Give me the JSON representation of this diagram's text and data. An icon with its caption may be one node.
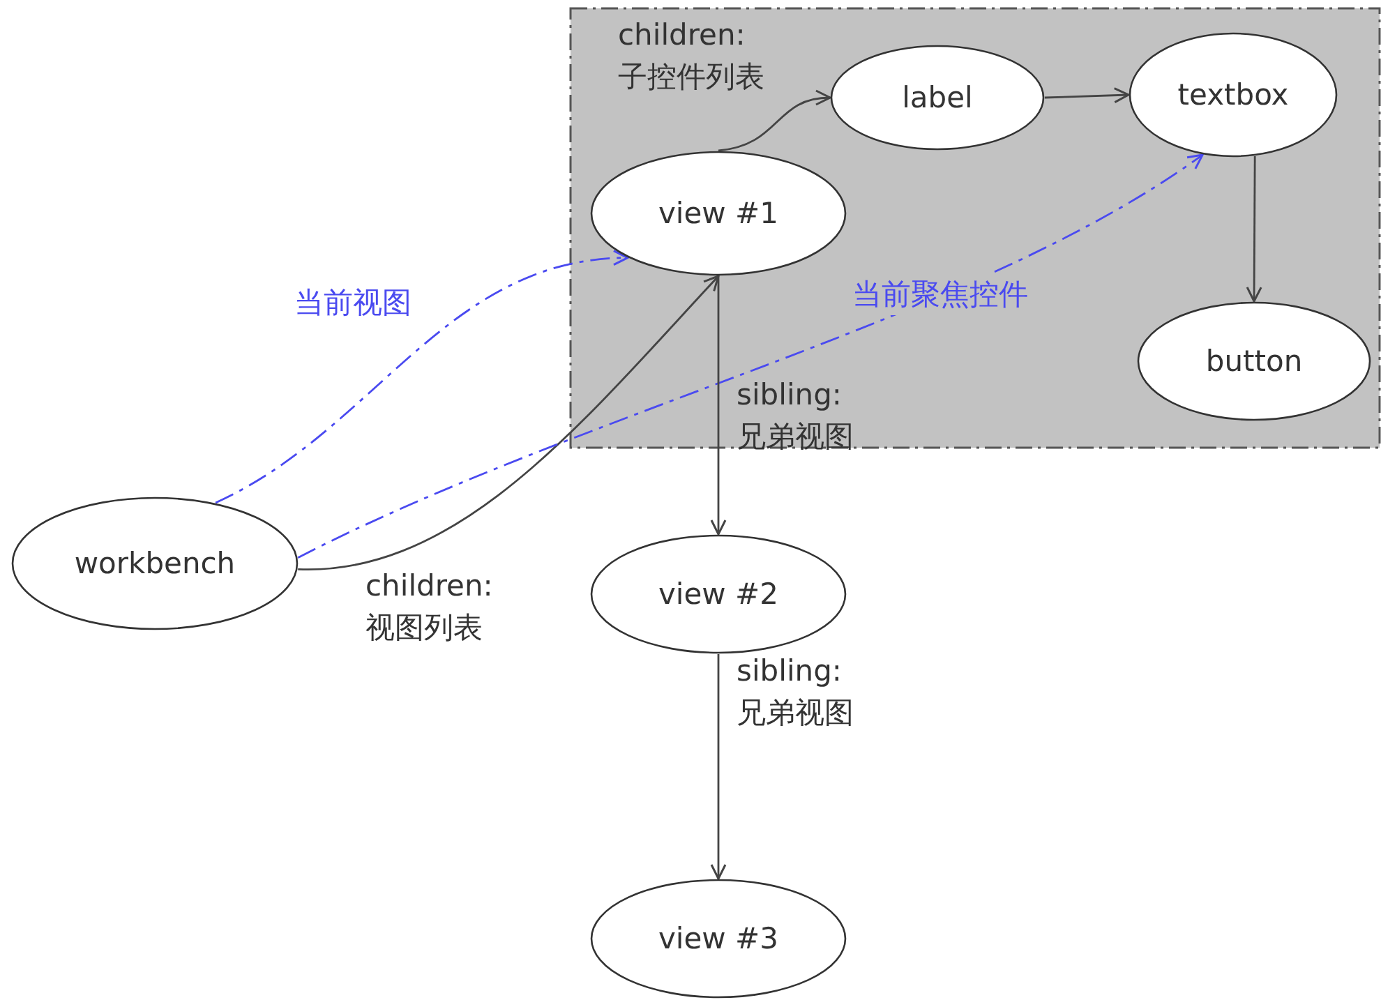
{
  "diagram": {
    "nodes": [
      {
        "text": [],
        "shape": "box"
      },
      {
        "text": [
          "view #1"
        ],
        "in": 0
      },
      {
        "text": [
          "label"
        ],
        "in": 0
      },
      {
        "text": [
          "textbox"
        ],
        "in": 0
      },
      {
        "text": [
          "button"
        ],
        "in": 0
      },
      {
        "text": [
          "workbench"
        ]
      },
      {
        "text": [
          "view #2"
        ]
      },
      {
        "text": [
          "view #3"
        ]
      }
    ],
    "edges": [
      {
        "from": 1,
        "to": 2,
        "arrow": "to",
        "label": "children: 子控件列表"
      },
      {
        "from": 2,
        "to": 3,
        "arrow": "to"
      },
      {
        "from": 3,
        "to": 4,
        "arrow": "to"
      },
      {
        "from": 5,
        "to": 1,
        "arrow": "to",
        "label": "children: 视图列表"
      },
      {
        "from": 5,
        "to": 1,
        "arrow": "to",
        "label": "当前视图",
        "style": "dashed",
        "color": "#4a4af0"
      },
      {
        "from": 5,
        "to": 3,
        "arrow": "to",
        "label": "当前聚焦控件",
        "style": "dashed",
        "color": "#4a4af0"
      },
      {
        "from": 1,
        "to": 6,
        "arrow": "to",
        "label": "sibling: 兄弟视图"
      },
      {
        "from": 6,
        "to": 7,
        "arrow": "to",
        "label": "sibling: 兄弟视图"
      }
    ]
  }
}
